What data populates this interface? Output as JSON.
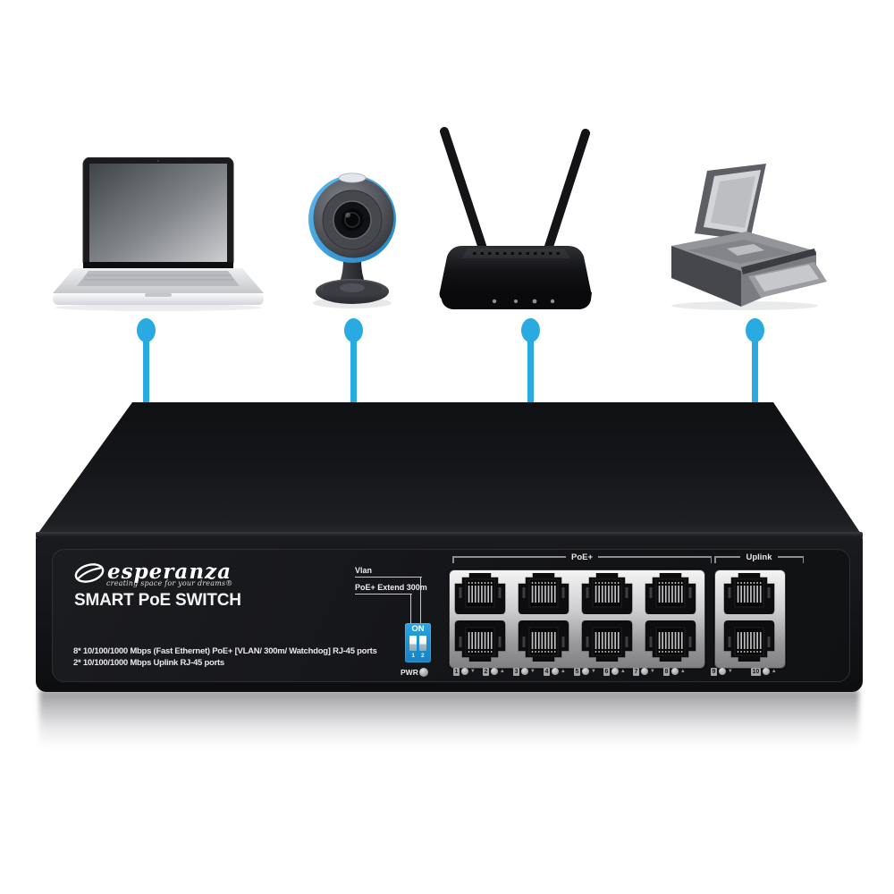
{
  "colors": {
    "accent_blue": "#29abe2",
    "dip_blue": "#1f9ad6",
    "plate_silver": "#cfcfd1",
    "body_black": "#121316"
  },
  "diagram": {
    "device_icons": [
      "laptop",
      "webcam",
      "wifi-router",
      "printer"
    ],
    "connector_count": 4
  },
  "switch": {
    "logo_text": "esperanza",
    "tagline": "creating space for your dreams®",
    "title": "SMART PoE SWITCH",
    "spec_line1": "8* 10/100/1000 Mbps (Fast Ethernet) PoE+ [VLAN/ 300m/ Watchdog] RJ-45 ports",
    "spec_line2": "2* 10/100/1000 Mbps Uplink RJ-45 ports",
    "dip": {
      "label1": "Vlan",
      "label2": "PoE+ Extend 300m",
      "on": "ON",
      "pos1": "1",
      "pos2": "2"
    },
    "pwr": "PWR",
    "groups": {
      "poe": "PoE+",
      "uplink": "Uplink"
    },
    "port_indicators": [
      {
        "num": "1",
        "arrow": "▼"
      },
      {
        "num": "2",
        "arrow": "▲"
      },
      {
        "num": "3",
        "arrow": "▼"
      },
      {
        "num": "4",
        "arrow": "▲"
      },
      {
        "num": "5",
        "arrow": "▼"
      },
      {
        "num": "6",
        "arrow": "▲"
      },
      {
        "num": "7",
        "arrow": "▼"
      },
      {
        "num": "8",
        "arrow": "▲"
      },
      {
        "num": "9",
        "arrow": "▼"
      },
      {
        "num": "10",
        "arrow": "▲"
      }
    ]
  }
}
